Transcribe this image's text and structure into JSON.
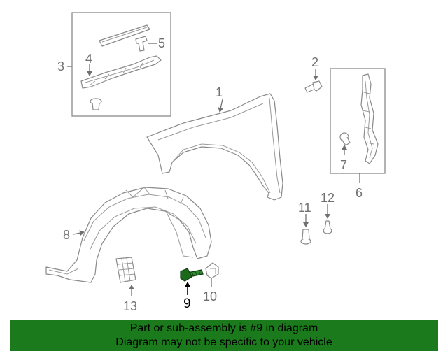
{
  "callouts": {
    "c1": "1",
    "c2": "2",
    "c3": "3",
    "c4": "4",
    "c5": "5",
    "c6": "6",
    "c7": "7",
    "c8": "8",
    "c9": "9",
    "c10": "10",
    "c11": "11",
    "c12": "12",
    "c13": "13"
  },
  "highlight_color": "#1b7a1b",
  "banner": {
    "line1": "Part or sub-assembly is #9 in diagram",
    "line2": "Diagram may not be specific to your vehicle"
  }
}
